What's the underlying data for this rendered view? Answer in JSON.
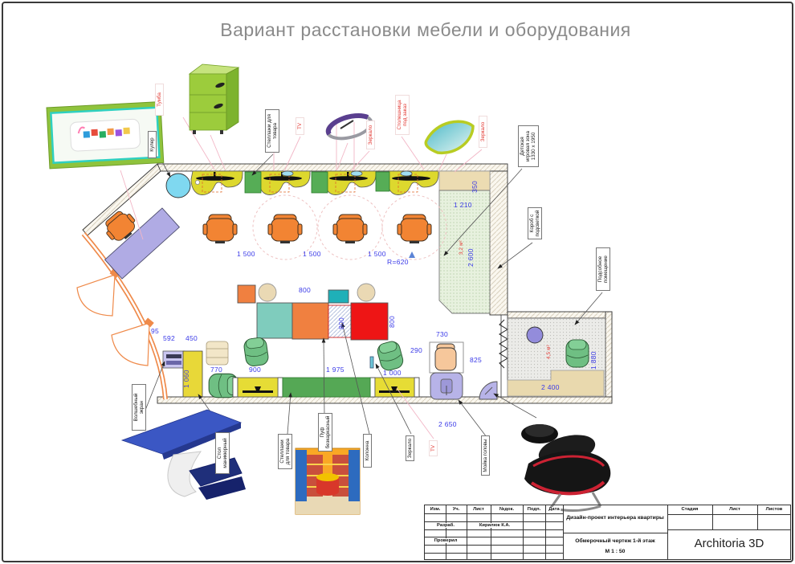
{
  "page": {
    "title": "Вариант расстановки мебели и оборудования"
  },
  "callouts": {
    "kuler": "Кулер",
    "tumba": "Тумба",
    "stellazhi_top": "Стеллажи для товара",
    "tv_top": "TV",
    "zerkalo_1": "Зеркало",
    "stoleshnitsa": "Столешница под заказ",
    "zerkalo_2": "Зеркало",
    "detskaya": "Детская игровая зона 1330 х 1950",
    "korob": "Короб с подсветкой",
    "podsobnoe": "Подсобное помещение",
    "volshebny": "Волшебный экран",
    "stol_manikyurny": "Стол маникюрный",
    "stellazhi_bottom": "Стеллажи для товара",
    "puf": "Пуф безкаркасный",
    "kolonna": "Колонна",
    "zerkalo_3": "Зеркало",
    "tv_bottom": "TV",
    "moika": "Мойка головы"
  },
  "dims": {
    "d1500_1": "1 500",
    "d1500_2": "1 500",
    "d1500_3": "1 500",
    "r620": "R=620",
    "d350": "350",
    "d1210": "1 210",
    "d2600": "2 600",
    "d800_top": "800",
    "d800_right": "800",
    "d800_col": "800",
    "d95": "95",
    "d592": "592",
    "d450": "450",
    "d1060": "1 060",
    "d770": "770",
    "d900": "900",
    "d1975": "1 975",
    "d1000": "1 000",
    "d730": "730",
    "d290": "290",
    "d825": "825",
    "d2650": "2 650",
    "d1880": "1 880",
    "d2400": "2 400",
    "area_play": "3,2 м²",
    "area_util": "4,5 м²"
  },
  "titleblock": {
    "col_izm": "Изм.",
    "col_uch": "Уч.",
    "col_list": "Лист",
    "col_ndok": "№док.",
    "col_podp": "Подп.",
    "col_data": "Дата",
    "razrab": "Разраб.",
    "author": "Кирилюк К.А.",
    "proveril": "Проверил",
    "project": "Дизайн-проект интерьера квартиры",
    "drawing": "Обмерочный чертеж 1-й этаж",
    "scale": "М 1 : 50",
    "stadia": "Стадия",
    "list": "Лист",
    "listov": "Листов",
    "company": "Architoria 3D"
  },
  "colors": {
    "dim_blue": "#3a3ae8",
    "label_red": "#e33b35",
    "wall_orange": "#ef8a4a",
    "station_yellow": "#ddd82e",
    "accent_green": "#9ccc3c",
    "title_gray": "#8a8a8a"
  }
}
